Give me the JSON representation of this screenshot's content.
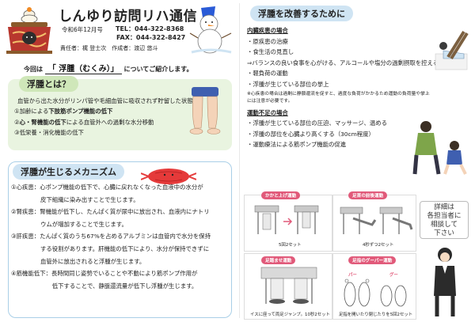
{
  "header": {
    "title": "しんゆり訪問リハ通信",
    "date": "令和6年12月号",
    "tel": "TEL：044-322-8368",
    "fax": "FAX：044-322-8427",
    "staff": "責任者：梶 登士次　作成者：渡辺 悠斗"
  },
  "intro": {
    "prefix": "今回は",
    "highlight": "「 浮腫（むくみ）」",
    "suffix": "についてご紹介します。"
  },
  "section_what": {
    "heading": "浮腫とは？",
    "lead": "血管から出た水分がリンパ管や毛細血管に吸収されず貯留した状態",
    "items": [
      {
        "num": "①",
        "pre": "加齢による",
        "bold": "下肢筋ポンプ機能の低下",
        "post": ""
      },
      {
        "num": "②",
        "pre": "",
        "bold": "心・腎機能の低下",
        "post": "による血管外への過剰な水分移動"
      },
      {
        "num": "③",
        "pre": "低栄養・消化機能の低下",
        "bold": "",
        "post": ""
      }
    ]
  },
  "section_mech": {
    "heading": "浮腫が生じるメカニズム",
    "lines": [
      "①心疾患：心ポンプ機能の低下で、心臓に戻れなくなった血液中の水分が",
      "　　　　　皮下組織に染み出すことで生じます。",
      "②腎疾患：腎機能が低下し、たんぱく質が尿中に放出され、血液内にナトリ",
      "　　　　　ウムが増加することで生じます。",
      "③肝疾患：たんぱく質のうち67%を占めるアルブミンは血管内で水分を保持",
      "　　　　　する役割があります。肝機能の低下により、水分が保持できずに",
      "　　　　　血管外に放出されると浮腫が生じます。",
      "④筋機能低下：長時間同じ姿勢でいることや不動により筋ポンプ作用が",
      "　　　　　　　低下することで、静脈還流量が低下し浮腫が生じます。"
    ]
  },
  "section_improve": {
    "heading": "浮腫を改善するために",
    "internal_heading": "内臓疾患の場合",
    "internal_items": [
      "・原疾患の治療",
      "・食生活の見直し",
      "⇒バランスの良い食事を心がける、アルコールや塩分の過剰摂取を控える",
      "・軽負荷の運動",
      "・浮腫が生じている部位の挙上"
    ],
    "note_lines": [
      "※心疾患の場合は過剰に静脈還流を促すと、過度な負荷がかかるため運動の負荷量や挙上",
      "には注意が必要です。"
    ],
    "exercise_heading": "運動不足の場合",
    "exercise_items": [
      "・浮腫が生じている部位の圧迫、マッサージ、温める",
      "・浮腫の部位を心臓より高くする（30cm程度）",
      "・運動療法による筋ポンプ機能の促進"
    ]
  },
  "exercises": [
    {
      "label": "かかと上げ運動",
      "caption": "5回2セット"
    },
    {
      "label": "足首の前後運動",
      "caption": "4秒ずつ2セット"
    },
    {
      "label": "足踏ませ運動",
      "caption": "イスに座って両足ジャンプ。10秒2セット"
    },
    {
      "label": "足指のグーパー運動",
      "caption": "足指を開いたり閉じたりを5回2セット"
    }
  ],
  "pa_labels": [
    "パー",
    "グー"
  ],
  "contact_note": [
    "詳細は",
    "各担当者に",
    "相談して",
    "下さい"
  ],
  "colors": {
    "green_box": "#e9f4e0",
    "green_pill": "#cfe7b9",
    "blue_pill": "#cfe4f3",
    "blue_border": "#a9cfe7",
    "exercise_label": "#e15a7a"
  }
}
